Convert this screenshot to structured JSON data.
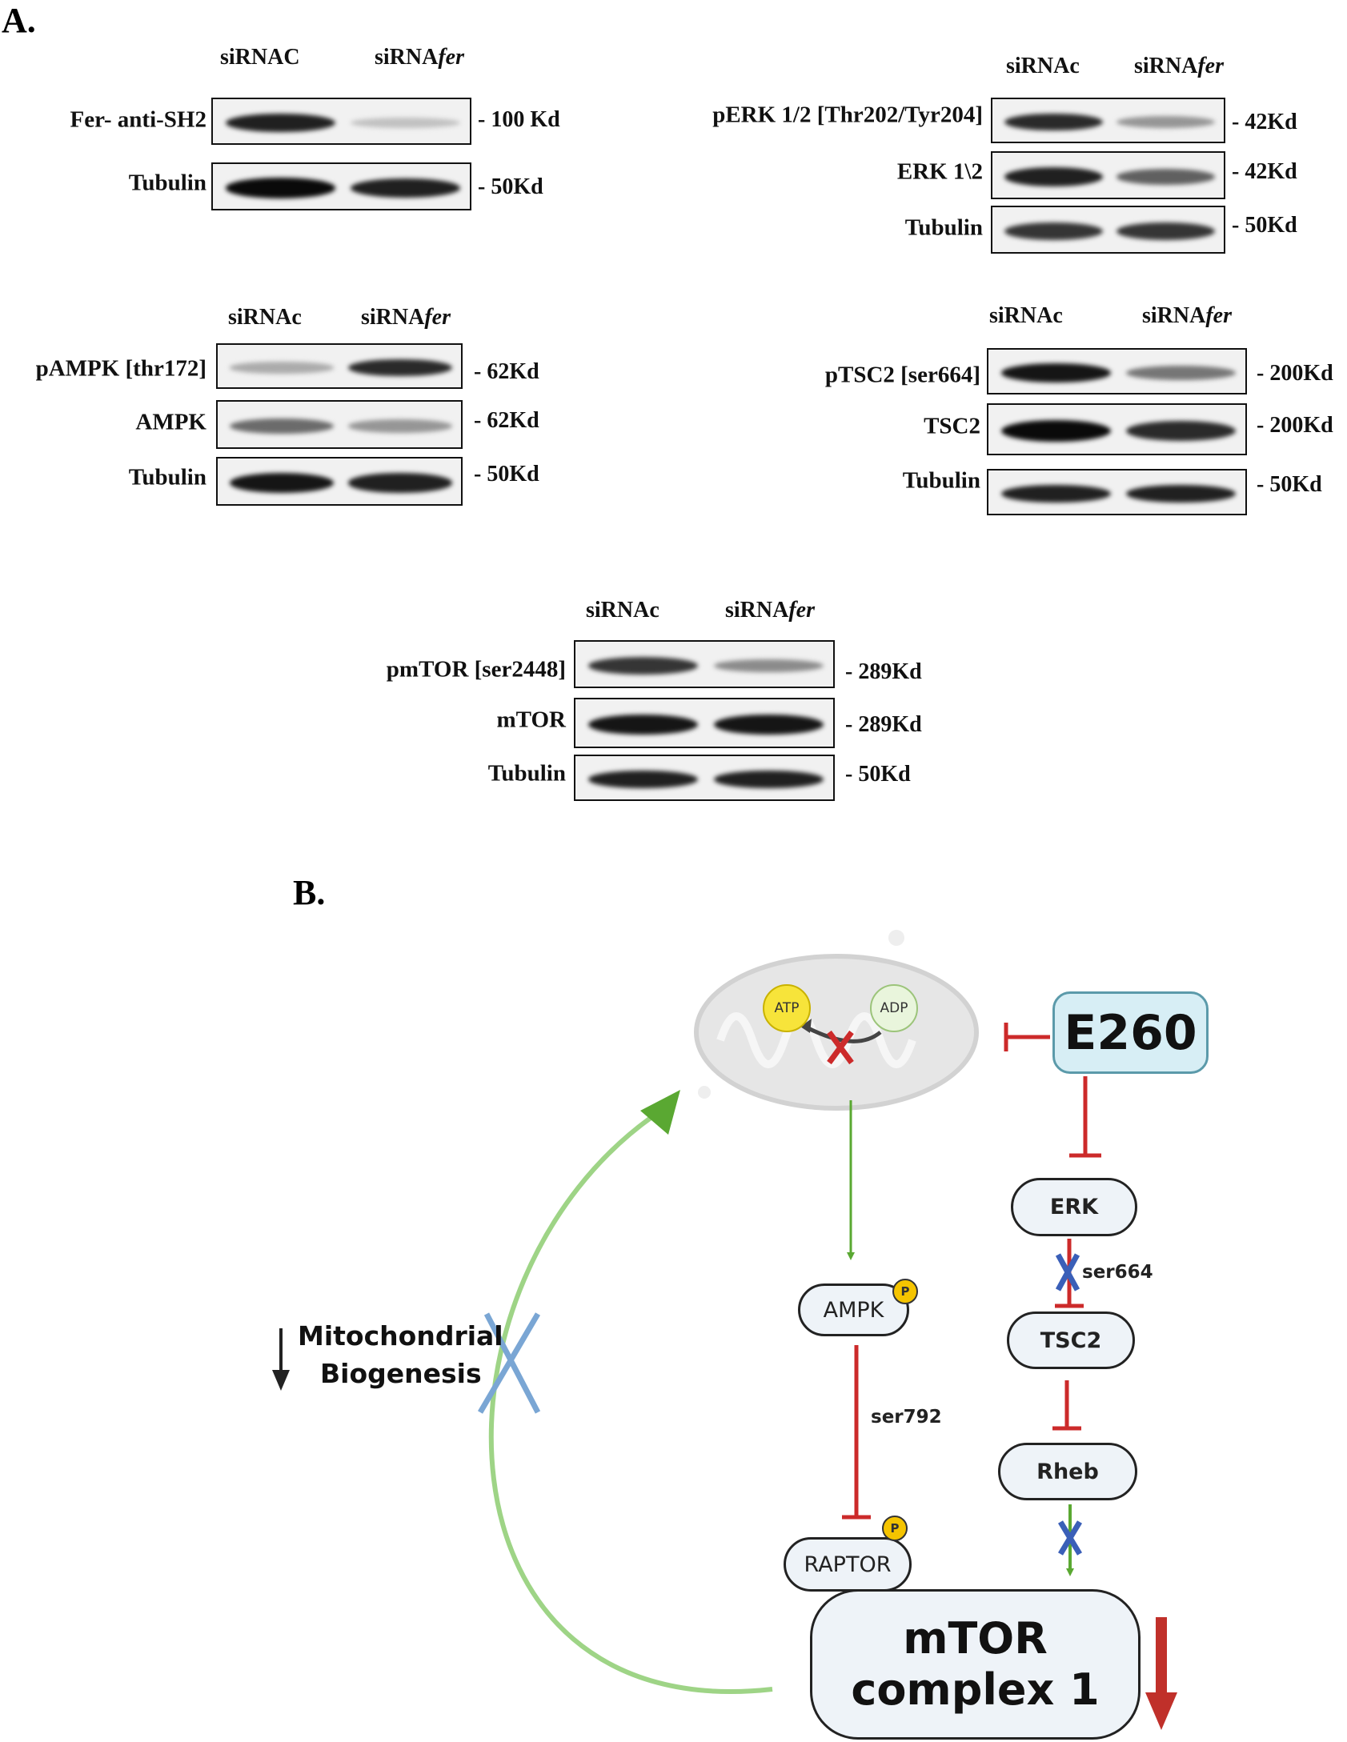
{
  "panel_a": {
    "label": "A.",
    "blots": [
      {
        "control": "siRNAC",
        "kd_prefix": "siRNA",
        "kd_italic": "fer",
        "rows": [
          {
            "label": "Fer- anti-SH2",
            "marker": "- 100 Kd",
            "bands": [
              0.9,
              0.15
            ]
          },
          {
            "label": "Tubulin",
            "marker": "- 50Kd",
            "bands": [
              1.0,
              0.9
            ]
          }
        ]
      },
      {
        "control": "siRNAc",
        "kd_prefix": "siRNA",
        "kd_italic": "fer",
        "rows": [
          {
            "label": "pERK 1/2 [Thr202/Tyr204]",
            "marker": "- 42Kd",
            "bands": [
              0.85,
              0.35
            ]
          },
          {
            "label": "ERK 1\\2",
            "marker": "- 42Kd",
            "bands": [
              0.9,
              0.6
            ]
          },
          {
            "label": "Tubulin",
            "marker": "- 50Kd",
            "bands": [
              0.8,
              0.8
            ]
          }
        ]
      },
      {
        "control": "siRNAc",
        "kd_prefix": "siRNA",
        "kd_italic": "fer",
        "rows": [
          {
            "label": "pAMPK [thr172]",
            "marker": "- 62Kd",
            "bands": [
              0.25,
              0.85
            ]
          },
          {
            "label": "AMPK",
            "marker": "- 62Kd",
            "bands": [
              0.55,
              0.35
            ]
          },
          {
            "label": "Tubulin",
            "marker": "- 50Kd",
            "bands": [
              0.95,
              0.9
            ]
          }
        ]
      },
      {
        "control": "siRNAc",
        "kd_prefix": "siRNA",
        "kd_italic": "fer",
        "rows": [
          {
            "label": "pTSC2 [ser664]",
            "marker": "- 200Kd",
            "bands": [
              0.95,
              0.5
            ]
          },
          {
            "label": "TSC2",
            "marker": "- 200Kd",
            "bands": [
              1.0,
              0.85
            ]
          },
          {
            "label": "Tubulin",
            "marker": "- 50Kd",
            "bands": [
              0.9,
              0.9
            ]
          }
        ]
      },
      {
        "control": "siRNAc",
        "kd_prefix": "siRNA",
        "kd_italic": "fer",
        "rows": [
          {
            "label": "pmTOR [ser2448]",
            "marker": "- 289Kd",
            "bands": [
              0.8,
              0.4
            ]
          },
          {
            "label": "mTOR",
            "marker": "- 289Kd",
            "bands": [
              0.95,
              0.95
            ]
          },
          {
            "label": "Tubulin",
            "marker": "- 50Kd",
            "bands": [
              0.9,
              0.9
            ]
          }
        ]
      }
    ]
  },
  "panel_b": {
    "label": "B.",
    "atp": "ATP",
    "adp": "ADP",
    "e260": "E260",
    "erk": "ERK",
    "ser664": "ser664",
    "tsc2": "TSC2",
    "rheb": "Rheb",
    "ampk": "AMPK",
    "ser792": "ser792",
    "raptor": "RAPTOR",
    "p_badge": "P",
    "mtor_line1": "mTOR",
    "mtor_line2": "complex 1",
    "bio_line1": "Mitochondrial",
    "bio_line2": "Biogenesis",
    "colors": {
      "inhibit": "#cc2a2a",
      "activate": "#5aa832",
      "arc": "#9ed486",
      "blocked": "#3a5fb8",
      "blocked_arc": "#7aa6d4",
      "e260_fill": "#d7eef5"
    }
  }
}
